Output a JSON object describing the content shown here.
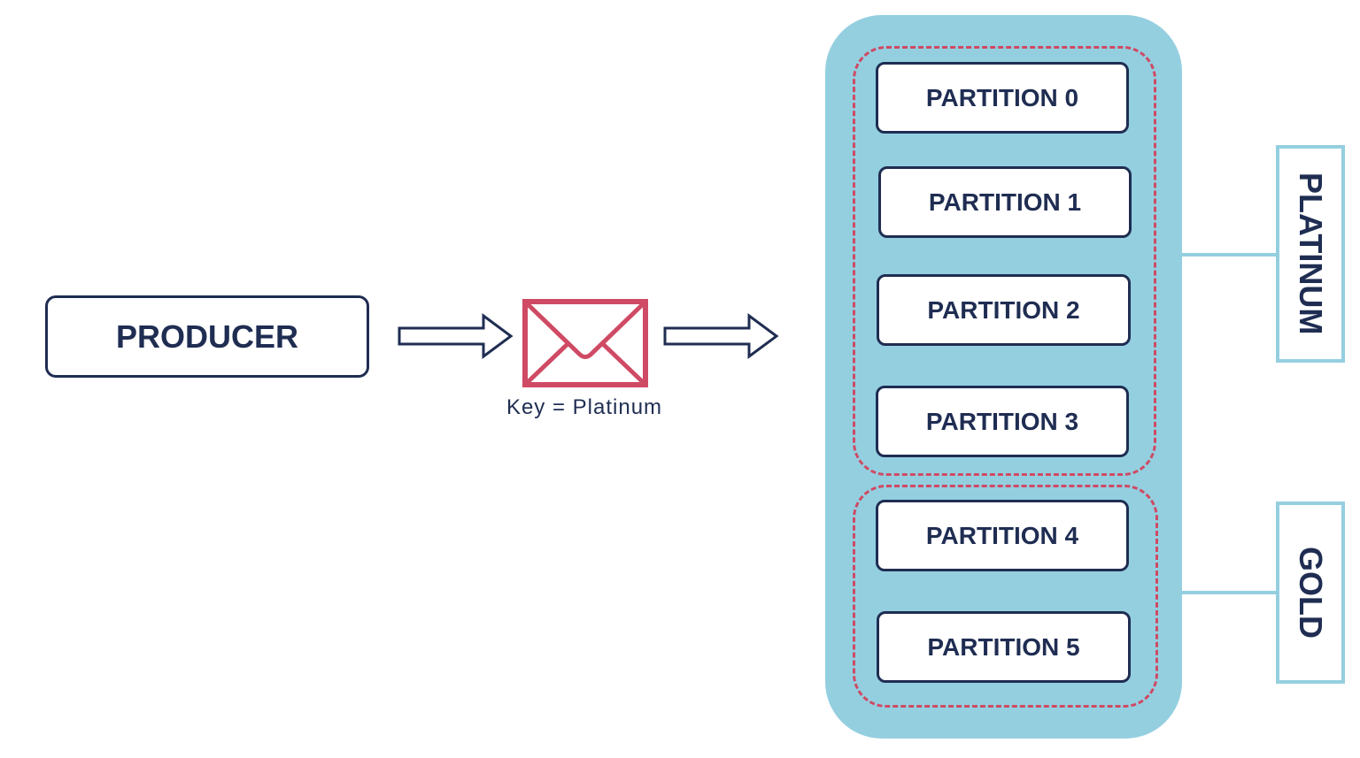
{
  "producer": {
    "label": "PRODUCER"
  },
  "message": {
    "icon": "envelope-icon",
    "key_label": "Key = Platinum"
  },
  "partitions": [
    {
      "label": "PARTITION 0"
    },
    {
      "label": "PARTITION 1"
    },
    {
      "label": "PARTITION 2"
    },
    {
      "label": "PARTITION 3"
    },
    {
      "label": "PARTITION 4"
    },
    {
      "label": "PARTITION 5"
    }
  ],
  "tiers": {
    "platinum": "PLATINUM",
    "gold": "GOLD"
  },
  "colors": {
    "navy": "#1f2d52",
    "topic_blue": "#94cfe0",
    "accent_red": "#cf4a64"
  }
}
